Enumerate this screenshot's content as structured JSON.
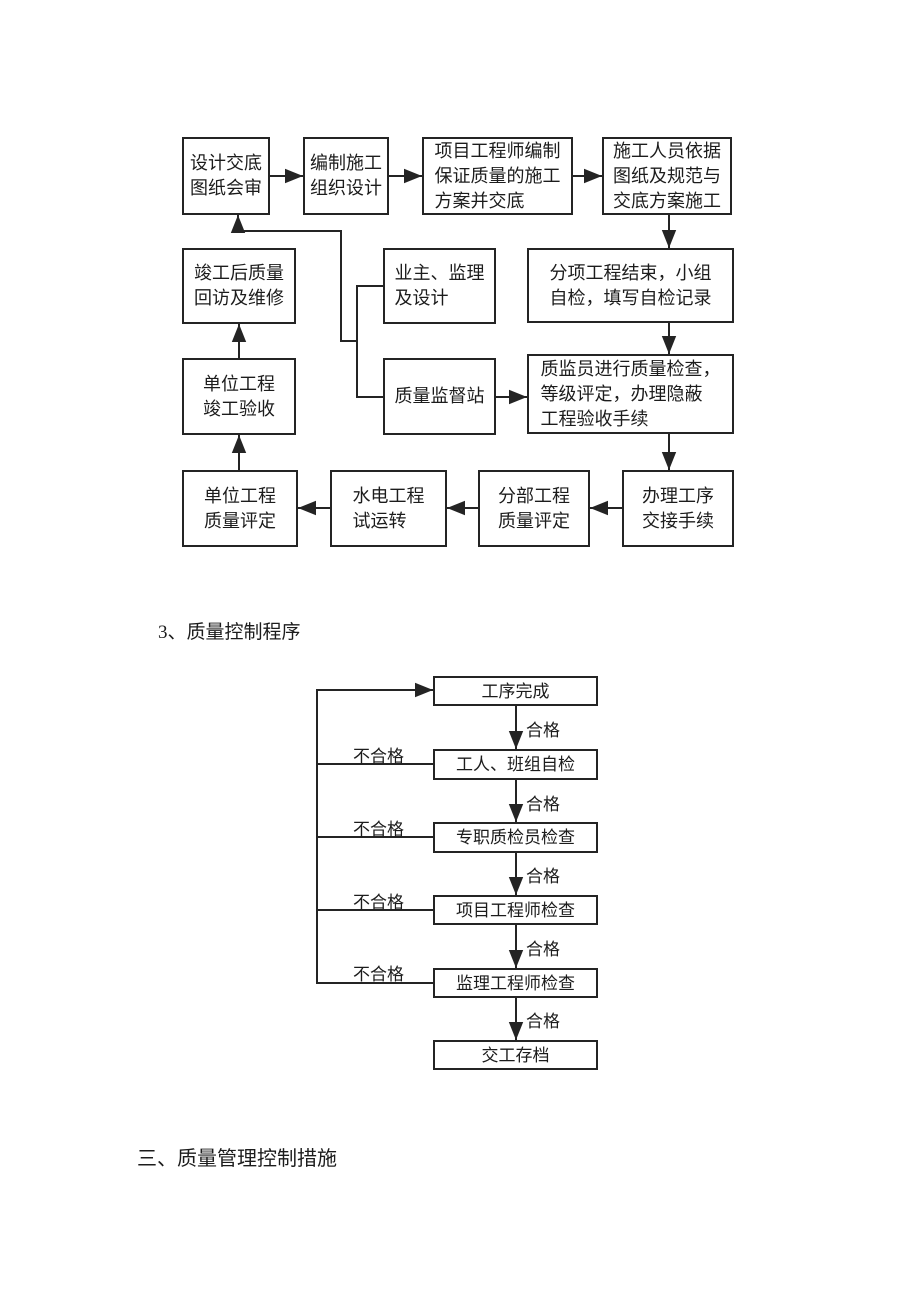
{
  "headings": {
    "quality_control_procedure": "3、质量控制程序",
    "quality_management_measures": "三、质量管理控制措施"
  },
  "flowchart1": {
    "boxes": {
      "design_review": "设计交底\n图纸会审",
      "construction_org_design": "编制施工\n组织设计",
      "engineer_plan": "项目工程师编制\n保证质量的施工\n方案并交底",
      "construct_per_drawings": "施工人员依据\n图纸及规范与\n交底方案施工",
      "post_completion_visit": "竣工后质量\n回访及维修",
      "owner_supervision_design": "业主、监理\n及设计",
      "subitem_self_check": "分项工程结束，小组\n自检，填写自检记录",
      "unit_completion_acceptance": "单位工程\n竣工验收",
      "quality_supervision_station": "质量监督站",
      "inspector_check": "质监员进行质量检查，\n等级评定，办理隐蔽\n工程验收手续",
      "unit_quality_assessment": "单位工程\n质量评定",
      "mep_trial_run": "水电工程\n试运转",
      "division_quality_assessment": "分部工程\n质量评定",
      "process_handover": "办理工序\n交接手续"
    }
  },
  "flowchart2": {
    "boxes": {
      "process_complete": "工序完成",
      "worker_team_self_check": "工人、班组自检",
      "qc_inspector_check": "专职质检员检查",
      "project_engineer_check": "项目工程师检查",
      "supervision_engineer_check": "监理工程师检查",
      "handover_archive": "交工存档"
    },
    "pass_label": "合格",
    "fail_label": "不合格"
  }
}
